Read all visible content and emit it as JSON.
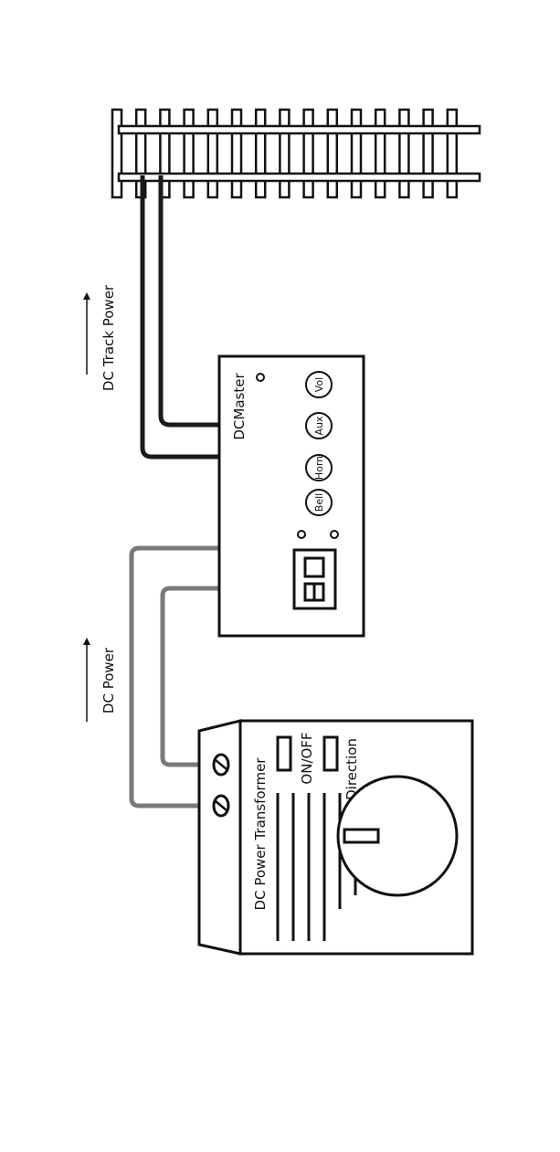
{
  "labels": {
    "dc_track_power": "DC Track Power",
    "dc_power": "DC Power",
    "dcmaster": "DCMaster",
    "transformer": "DC Power Transformer",
    "on_off": "ON/OFF",
    "direction": "Direction"
  },
  "buttons": [
    "Bell",
    "Horn",
    "Aux",
    "Vol"
  ],
  "display": "08",
  "colors": {
    "line": "#111111",
    "wire_dark": "#1a1a1a",
    "wire_grey": "#7a7a7a",
    "background": "#ffffff"
  }
}
